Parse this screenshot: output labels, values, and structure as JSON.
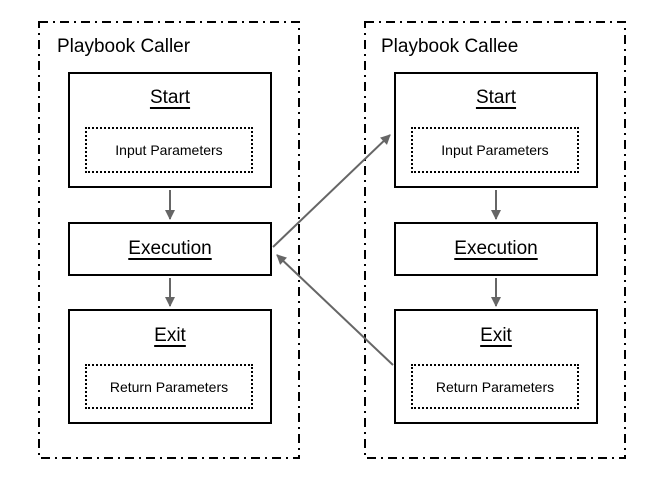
{
  "diagram_type": "flowchart",
  "colors": {
    "background": "#ffffff",
    "box_border": "#000000",
    "group_border": "#000000",
    "arrow": "#666666",
    "text": "#000000"
  },
  "groups": [
    {
      "title": "Playbook Caller",
      "nodes": {
        "start": {
          "label": "Start",
          "param_label": "Input Parameters"
        },
        "execution": {
          "label": "Execution"
        },
        "exit": {
          "label": "Exit",
          "param_label": "Return Parameters"
        }
      }
    },
    {
      "title": "Playbook Callee",
      "nodes": {
        "start": {
          "label": "Start",
          "param_label": "Input Parameters"
        },
        "execution": {
          "label": "Execution"
        },
        "exit": {
          "label": "Exit",
          "param_label": "Return Parameters"
        }
      }
    }
  ],
  "arrows": [
    {
      "name": "caller-start-to-execution",
      "from": "caller.start",
      "to": "caller.execution"
    },
    {
      "name": "caller-execution-to-exit",
      "from": "caller.execution",
      "to": "caller.exit"
    },
    {
      "name": "callee-start-to-execution",
      "from": "callee.start",
      "to": "callee.execution"
    },
    {
      "name": "callee-execution-to-exit",
      "from": "callee.execution",
      "to": "callee.exit"
    },
    {
      "name": "caller-execution-to-callee-start",
      "from": "caller.execution",
      "to": "callee.start"
    },
    {
      "name": "callee-exit-to-caller-execution",
      "from": "callee.exit",
      "to": "caller.execution"
    }
  ]
}
